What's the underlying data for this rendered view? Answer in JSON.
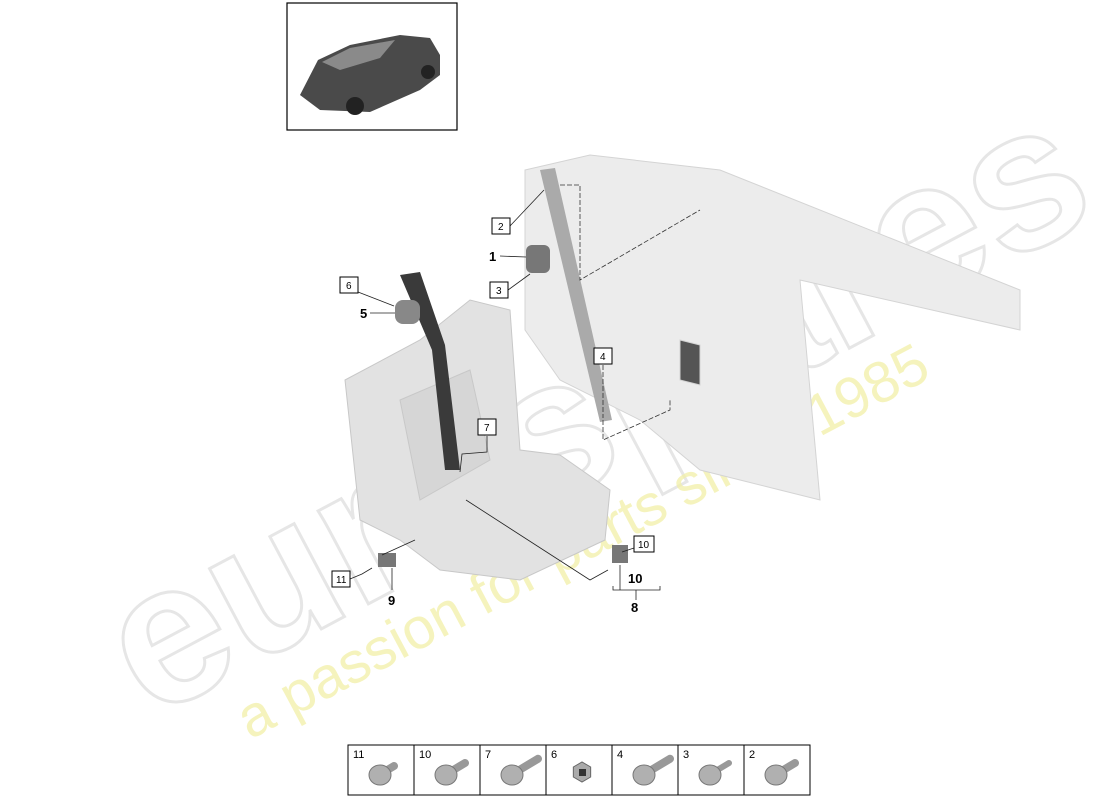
{
  "watermark": {
    "brand": "eurospares",
    "tagline": "a passion for parts since 1985"
  },
  "callouts": {
    "boxed": [
      "2",
      "3",
      "6",
      "4",
      "7",
      "10",
      "11"
    ],
    "plain": [
      "1",
      "5",
      "9",
      "10",
      "8"
    ]
  },
  "parts_strip": [
    {
      "number": "11",
      "icon": "bolt-short-icon"
    },
    {
      "number": "10",
      "icon": "bolt-shoulder-icon"
    },
    {
      "number": "7",
      "icon": "bolt-long-icon"
    },
    {
      "number": "6",
      "icon": "hex-nut-icon"
    },
    {
      "number": "4",
      "icon": "bolt-long-icon"
    },
    {
      "number": "3",
      "icon": "bolt-stepped-icon"
    },
    {
      "number": "2",
      "icon": "bolt-shoulder-icon"
    }
  ]
}
